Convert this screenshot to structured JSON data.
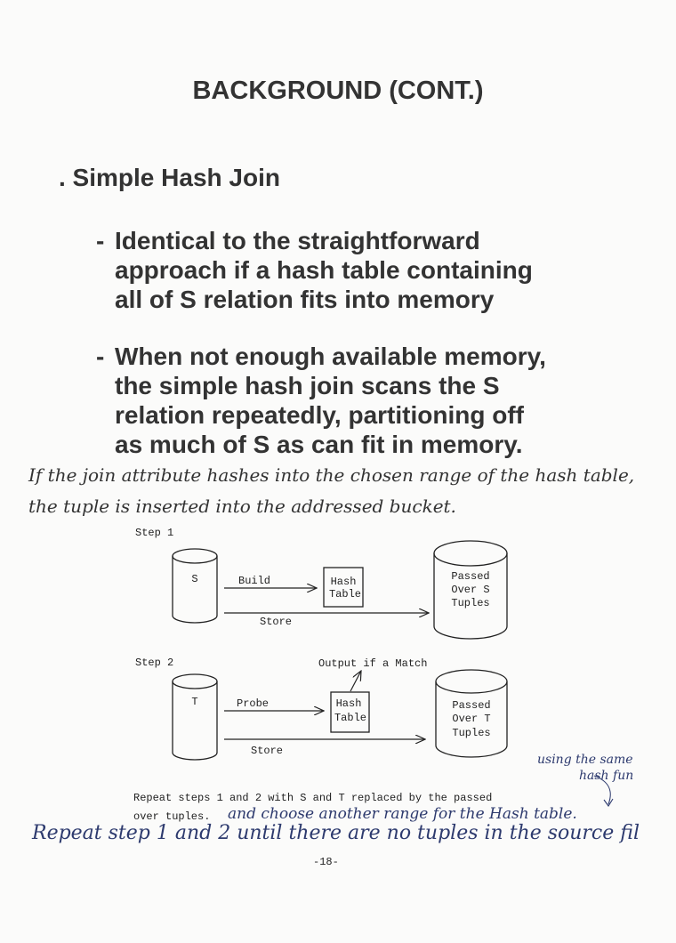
{
  "title": "BACKGROUND (CONT.)",
  "section": ". Simple Hash Join",
  "bullets": [
    {
      "dash": "-",
      "lines": [
        "Identical to the straightforward",
        "approach if a hash table containing",
        "all of S relation fits into memory"
      ]
    },
    {
      "dash": "-",
      "lines": [
        "When not enough available memory,",
        "the simple hash join scans the S",
        "relation repeatedly, partitioning off",
        "as much of S as can fit in memory."
      ]
    }
  ],
  "handwritten_top": [
    "If the join attribute hashes into the chosen range of the hash table,",
    "the tuple is inserted into the addressed bucket."
  ],
  "diagram": {
    "step1": {
      "label": "Step 1",
      "source": "S",
      "build": "Build",
      "hash": [
        "Hash",
        "Table"
      ],
      "store": "Store",
      "passed": [
        "Passed",
        "Over S",
        "Tuples"
      ]
    },
    "step2": {
      "label": "Step 2",
      "source": "T",
      "probe": "Probe",
      "output": "Output if a Match",
      "hash": [
        "Hash",
        "Table"
      ],
      "store": "Store",
      "passed": [
        "Passed",
        "Over T",
        "Tuples"
      ]
    }
  },
  "typed_notes": [
    "Repeat steps 1 and 2 with S and T replaced by the passed",
    "over tuples."
  ],
  "handwritten_inline": "and choose another range for the Hash table.",
  "handwritten_side": [
    "using the same",
    "hash fun"
  ],
  "handwritten_bottom": "Repeat step 1 and 2 until there are no tuples in the source fil",
  "page_number": "-18-"
}
